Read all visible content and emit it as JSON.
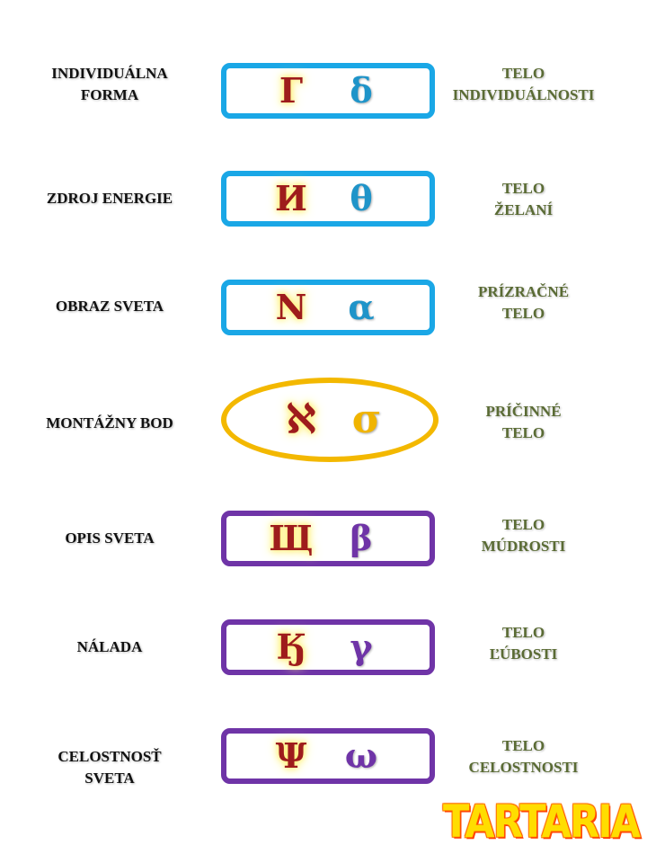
{
  "rows": [
    {
      "left": "INDIVIDUÁLNA\nFORMA",
      "glyph_left": "Г",
      "glyph_right": "δ",
      "right": "TELO\nINDIVIDUÁLNOSTI",
      "frame": "blue"
    },
    {
      "left": "ZDROJ ENERGIE",
      "glyph_left": "И",
      "glyph_right": "θ",
      "right": "TELO\nŽELANÍ",
      "frame": "blue"
    },
    {
      "left": "OBRAZ SVETA",
      "glyph_left": "N",
      "glyph_right": "α",
      "right": "PRÍZRAČNÉ\nTELO",
      "frame": "blue"
    },
    {
      "left": "MONTÁŽNY BOD",
      "glyph_left": "ℵ",
      "glyph_right": "σ",
      "right": "PRÍČINNÉ\nTELO",
      "frame": "oval"
    },
    {
      "left": "OPIS SVETA",
      "glyph_left": "Щ",
      "glyph_right": "β",
      "right": "TELO\nMÚDROSTI",
      "frame": "purple"
    },
    {
      "left": "NÁLADA",
      "glyph_left": "Ӄ",
      "glyph_right": "γ",
      "right": "TELO\nĽÚBOSTI",
      "frame": "purple"
    },
    {
      "left": "CELOSTNOSŤ\nSVETA",
      "glyph_left": "Ψ",
      "glyph_right": "ω",
      "right": "TELO\nCELOSTNOSTI",
      "frame": "purple"
    }
  ],
  "logo": "TARTARIA",
  "colors": {
    "blue_frame": "#1aa7e6",
    "purple_frame": "#6f34a7",
    "oval_frame": "#f3b800",
    "left_glyph": "#9e1c1c",
    "right_label": "#5a6b34"
  }
}
